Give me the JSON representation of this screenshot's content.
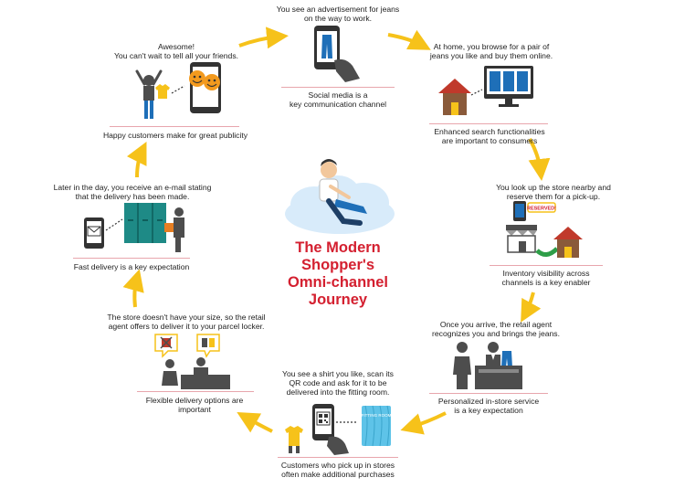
{
  "colors": {
    "accent_yellow": "#f6c21a",
    "title_red": "#d42030",
    "icon_gray": "#4d4d4d",
    "icon_blue": "#1e6fb8",
    "cloud_blue": "#d8ebfa",
    "house_brown": "#8a5a3a",
    "locker_teal": "#1e8a86",
    "emoji_orange": "#f39a1e"
  },
  "center": {
    "title_lines": [
      "The Modern",
      "Shopper's",
      "Omni-channel",
      "Journey"
    ]
  },
  "steps": [
    {
      "id": "ad",
      "text": [
        "You see an advertisement for jeans",
        "on the way to work."
      ],
      "caption": [
        "Social media is a",
        "key communication channel"
      ],
      "icon": "phone-jeans-icon"
    },
    {
      "id": "browse",
      "text": [
        "At home, you browse for a pair of",
        "jeans you like and buy them online."
      ],
      "caption": [
        "Enhanced search functionalities",
        "are important to consumers"
      ],
      "icon": "home-online-shopping-icon"
    },
    {
      "id": "reserve",
      "text": [
        "You look up the store nearby and",
        "reserve them for a pick-up."
      ],
      "caption": [
        "Inventory visibility across",
        "channels is a key enabler"
      ],
      "icon": "store-reserved-icon",
      "badge": "RESERVED!"
    },
    {
      "id": "instore",
      "text": [
        "Once you arrive, the retail agent",
        "recognizes you and brings the jeans."
      ],
      "caption": [
        "Personalized in-store service",
        "is a key expectation"
      ],
      "icon": "retail-counter-icon"
    },
    {
      "id": "qr",
      "text": [
        "You see a shirt you like, scan its",
        "QR code and ask for it to be",
        "delivered into the fitting room."
      ],
      "caption": [
        "Customers who pick up in stores",
        "often make additional purchases"
      ],
      "icon": "qr-scan-icon",
      "room_label": "FITTING ROOM"
    },
    {
      "id": "size",
      "text": [
        "The store doesn't have your size, so the retail",
        "agent offers to deliver it to your parcel locker."
      ],
      "caption": [
        "Flexible delivery options are",
        "important"
      ],
      "icon": "delivery-options-icon"
    },
    {
      "id": "email",
      "text": [
        "Later in the day, you receive an e-mail stating",
        "that the delivery has been made."
      ],
      "caption": [
        "Fast delivery is a key expectation"
      ],
      "icon": "email-locker-icon"
    },
    {
      "id": "share",
      "text": [
        "Awesome!",
        "You can't wait to tell all your friends."
      ],
      "caption": [
        "Happy customers make for great publicity"
      ],
      "icon": "share-friends-icon"
    }
  ]
}
